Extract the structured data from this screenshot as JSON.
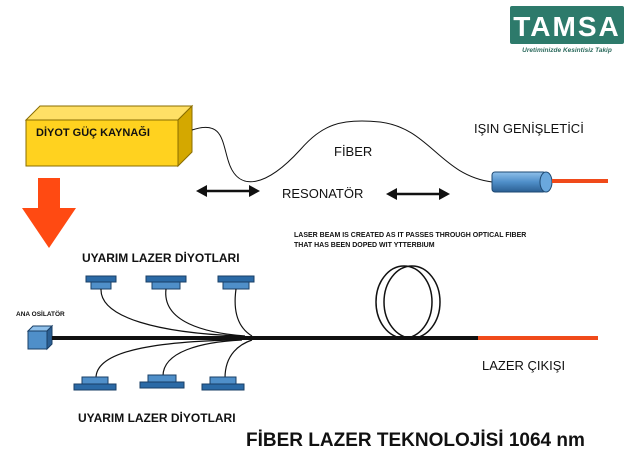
{
  "logo": {
    "brand": "TAMSA",
    "slogan": "Uretiminizde Kesintisiz Takip"
  },
  "labels": {
    "power_source": "DİYOT GÜÇ KAYNAĞI",
    "fiber": "FİBER",
    "beam_expander": "IŞIN GENİŞLETİCİ",
    "resonator": "RESONATÖR",
    "note_line1": "LASER BEAM IS CREATED AS IT PASSES THROUGH OPTICAL FIBER",
    "note_line2": "THAT HAS BEEN DOPED WIT YTTERBIUM",
    "pump_diodes_top": "UYARIM LAZER DİYOTLARI",
    "pump_diodes_bottom": "UYARIM LAZER DİYOTLARI",
    "master_oscillator": "ANA OSİLATÖR",
    "laser_output": "LAZER ÇIKIŞI",
    "title": "FİBER LAZER TEKNOLOJİSİ 1064 nm"
  },
  "colors": {
    "power_source_fill": "#ffd21f",
    "power_source_top": "#ffe066",
    "power_source_side": "#d4a800",
    "arrow": "#ff4a12",
    "component_blue": "#4f8fc9",
    "laser_beam": "#f04a1a",
    "fiber_line": "#111111",
    "logo_tile": "#2d7a6b"
  },
  "icons": {
    "down_arrow": "down-arrow-icon",
    "double_arrow": "double-arrow-icon",
    "fiber_coil": "fiber-coil-icon",
    "diode": "diode-icon",
    "oscillator": "oscillator-cube-icon",
    "beam_expander": "beam-expander-icon"
  }
}
